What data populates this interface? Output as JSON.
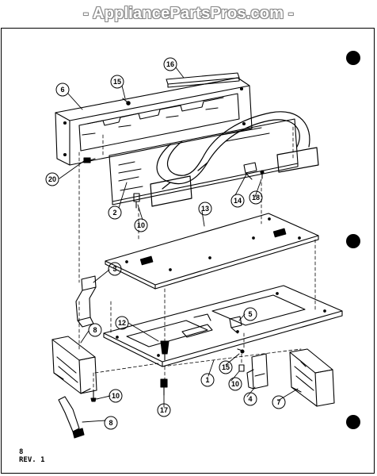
{
  "watermark": "- AppliancePartsPros.com -",
  "page_number": "8",
  "revision": "REV. 1",
  "callouts": {
    "c6a": "6",
    "c15": "15",
    "c16": "16",
    "c20": "20",
    "c2": "2",
    "c10a": "10",
    "c13": "13",
    "c14": "14",
    "c18": "18",
    "c3": "3",
    "c8a": "8",
    "c12": "12",
    "c5": "5",
    "c1": "1",
    "c15b": "15",
    "c10b": "10",
    "c4": "4",
    "c7": "7",
    "c10c": "10",
    "c17": "17",
    "c8b": "8"
  }
}
